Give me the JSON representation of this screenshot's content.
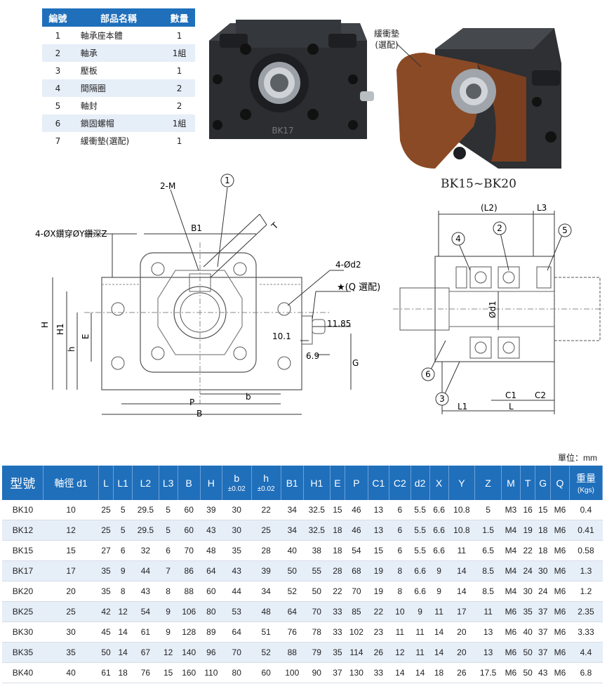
{
  "parts_table": {
    "headers": [
      "編號",
      "部品名稱",
      "數量"
    ],
    "rows": [
      [
        "1",
        "軸承座本體",
        "1"
      ],
      [
        "2",
        "軸承",
        "1組"
      ],
      [
        "3",
        "壓板",
        "1"
      ],
      [
        "4",
        "間隔圈",
        "2"
      ],
      [
        "5",
        "軸封",
        "2"
      ],
      [
        "6",
        "鎖固螺帽",
        "1組"
      ],
      [
        "7",
        "緩衝墊(選配)",
        "1"
      ]
    ]
  },
  "photos": {
    "left_engraving": "BK17",
    "cushion_label_1": "緩衝墊",
    "cushion_label_2": "(選配)",
    "caption": "BK15~BK20"
  },
  "drawing_left": {
    "label_2m": "2-M",
    "label_holes": "4-ØX鑽穿ØY鑽深Z",
    "label_b1": "B1",
    "label_t": "T",
    "label_d2": "4-Ød2",
    "label_q": "★(Q 選配)",
    "dim_1185": "11.85",
    "dim_101": "10.1",
    "dim_69": "6.9",
    "label_H": "H",
    "label_H1": "H1",
    "label_h": "h",
    "label_E": "E",
    "label_G": "G",
    "label_P": "P",
    "label_b": "b",
    "label_B": "B",
    "callout_1": "1"
  },
  "drawing_right": {
    "label_L2": "(L2)",
    "label_L3": "L3",
    "label_d1": "Ød1",
    "label_C1": "C1",
    "label_C2": "C2",
    "label_L1": "L1",
    "label_L": "L",
    "callout_2": "2",
    "callout_3": "3",
    "callout_4": "4",
    "callout_5": "5",
    "callout_6": "6"
  },
  "unit_text": "單位：mm",
  "spec_table": {
    "headers": [
      {
        "label": "型號",
        "tol": ""
      },
      {
        "label": "軸徑 d1",
        "tol": ""
      },
      {
        "label": "L",
        "tol": ""
      },
      {
        "label": "L1",
        "tol": ""
      },
      {
        "label": "L2",
        "tol": ""
      },
      {
        "label": "L3",
        "tol": ""
      },
      {
        "label": "B",
        "tol": ""
      },
      {
        "label": "H",
        "tol": ""
      },
      {
        "label": "b",
        "tol": "±0.02"
      },
      {
        "label": "h",
        "tol": "±0.02"
      },
      {
        "label": "B1",
        "tol": ""
      },
      {
        "label": "H1",
        "tol": ""
      },
      {
        "label": "E",
        "tol": ""
      },
      {
        "label": "P",
        "tol": ""
      },
      {
        "label": "C1",
        "tol": ""
      },
      {
        "label": "C2",
        "tol": ""
      },
      {
        "label": "d2",
        "tol": ""
      },
      {
        "label": "X",
        "tol": ""
      },
      {
        "label": "Y",
        "tol": ""
      },
      {
        "label": "Z",
        "tol": ""
      },
      {
        "label": "M",
        "tol": ""
      },
      {
        "label": "T",
        "tol": ""
      },
      {
        "label": "G",
        "tol": ""
      },
      {
        "label": "Q",
        "tol": ""
      },
      {
        "label": "重量",
        "tol": "(Kgs)"
      }
    ],
    "rows": [
      [
        "BK10",
        "10",
        "25",
        "5",
        "29.5",
        "5",
        "60",
        "39",
        "30",
        "22",
        "34",
        "32.5",
        "15",
        "46",
        "13",
        "6",
        "5.5",
        "6.6",
        "10.8",
        "5",
        "M3",
        "16",
        "15",
        "M6",
        "0.4"
      ],
      [
        "BK12",
        "12",
        "25",
        "5",
        "29.5",
        "5",
        "60",
        "43",
        "30",
        "25",
        "34",
        "32.5",
        "18",
        "46",
        "13",
        "6",
        "5.5",
        "6.6",
        "10.8",
        "1.5",
        "M4",
        "19",
        "18",
        "M6",
        "0.41"
      ],
      [
        "BK15",
        "15",
        "27",
        "6",
        "32",
        "6",
        "70",
        "48",
        "35",
        "28",
        "40",
        "38",
        "18",
        "54",
        "15",
        "6",
        "5.5",
        "6.6",
        "11",
        "6.5",
        "M4",
        "22",
        "18",
        "M6",
        "0.58"
      ],
      [
        "BK17",
        "17",
        "35",
        "9",
        "44",
        "7",
        "86",
        "64",
        "43",
        "39",
        "50",
        "55",
        "28",
        "68",
        "19",
        "8",
        "6.6",
        "9",
        "14",
        "8.5",
        "M4",
        "24",
        "30",
        "M6",
        "1.3"
      ],
      [
        "BK20",
        "20",
        "35",
        "8",
        "43",
        "8",
        "88",
        "60",
        "44",
        "34",
        "52",
        "50",
        "22",
        "70",
        "19",
        "8",
        "6.6",
        "9",
        "14",
        "8.5",
        "M4",
        "30",
        "24",
        "M6",
        "1.2"
      ],
      [
        "BK25",
        "25",
        "42",
        "12",
        "54",
        "9",
        "106",
        "80",
        "53",
        "48",
        "64",
        "70",
        "33",
        "85",
        "22",
        "10",
        "9",
        "11",
        "17",
        "11",
        "M6",
        "35",
        "37",
        "M6",
        "2.35"
      ],
      [
        "BK30",
        "30",
        "45",
        "14",
        "61",
        "9",
        "128",
        "89",
        "64",
        "51",
        "76",
        "78",
        "33",
        "102",
        "23",
        "11",
        "11",
        "14",
        "20",
        "13",
        "M6",
        "40",
        "37",
        "M6",
        "3.33"
      ],
      [
        "BK35",
        "35",
        "50",
        "14",
        "67",
        "12",
        "140",
        "96",
        "70",
        "52",
        "88",
        "79",
        "35",
        "114",
        "26",
        "12",
        "11",
        "14",
        "20",
        "13",
        "M6",
        "50",
        "37",
        "M6",
        "4.4"
      ],
      [
        "BK40",
        "40",
        "61",
        "18",
        "76",
        "15",
        "160",
        "110",
        "80",
        "60",
        "100",
        "90",
        "37",
        "130",
        "33",
        "14",
        "14",
        "18",
        "26",
        "17.5",
        "M6",
        "50",
        "43",
        "M6",
        "6.8"
      ]
    ]
  },
  "colors": {
    "header_blue": "#1f6fbb",
    "stripe": "#e6eef8",
    "block_dark": "#2b2d30",
    "cushion_brown": "#8a4a25"
  }
}
